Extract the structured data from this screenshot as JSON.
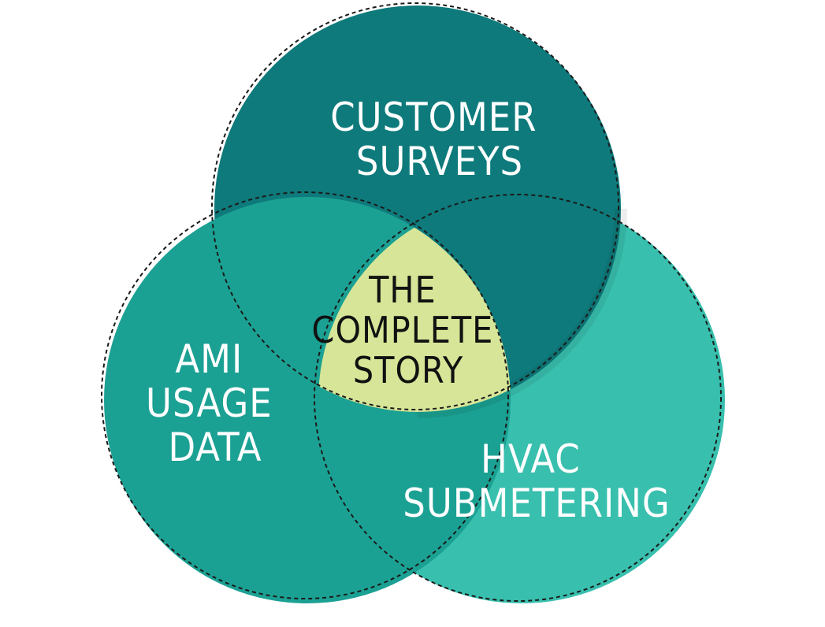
{
  "diagram": {
    "type": "venn",
    "circles": {
      "customer_surveys": {
        "lines": [
          "CUSTOMER",
          "SURVEYS"
        ],
        "color": "#0e7a7b"
      },
      "ami_usage_data": {
        "lines": [
          "AMI",
          "USAGE",
          "DATA"
        ],
        "color": "#1ba193"
      },
      "hvac_submetering": {
        "lines": [
          "HVAC",
          "SUBMETERING"
        ],
        "color": "#38bfad"
      }
    },
    "center": {
      "lines": [
        "THE",
        "COMPLETE",
        "STORY"
      ],
      "color": "#d6e597"
    },
    "text_color_light": "#ffffff",
    "text_color_dark": "#111111"
  }
}
